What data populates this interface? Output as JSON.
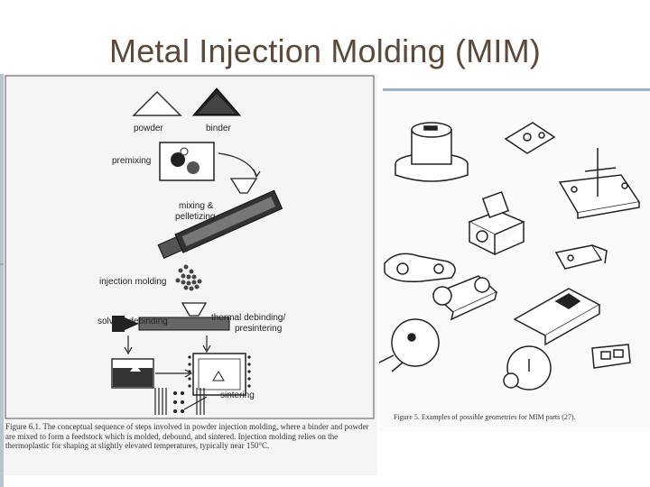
{
  "slide": {
    "title": "Metal Injection Molding (MIM)"
  },
  "left_figure": {
    "labels": {
      "powder": "powder",
      "binder": "binder",
      "premixing": "premixing",
      "mixing": "mixing &",
      "pelletizing": "pelletizing",
      "injection_molding": "injection molding",
      "solvent_debinding": "solvent debinding",
      "thermal_debinding": "thermal debinding/",
      "presintering": "presintering",
      "sintering": "sintering"
    },
    "caption": "Figure 6.1. The conceptual sequence of steps involved in powder injection molding, where a binder and powder are mixed to form a feedstock which is molded, debound, and sintered. Injection molding relies on the thermoplastic for shaping at slightly elevated temperatures, typically near 150°C."
  },
  "right_figure": {
    "caption": "Figure 5. Examples of possible geometries for MIM parts (27)."
  },
  "colors": {
    "title": "#5b4a3a",
    "accent_line": "#9fb3c8"
  }
}
